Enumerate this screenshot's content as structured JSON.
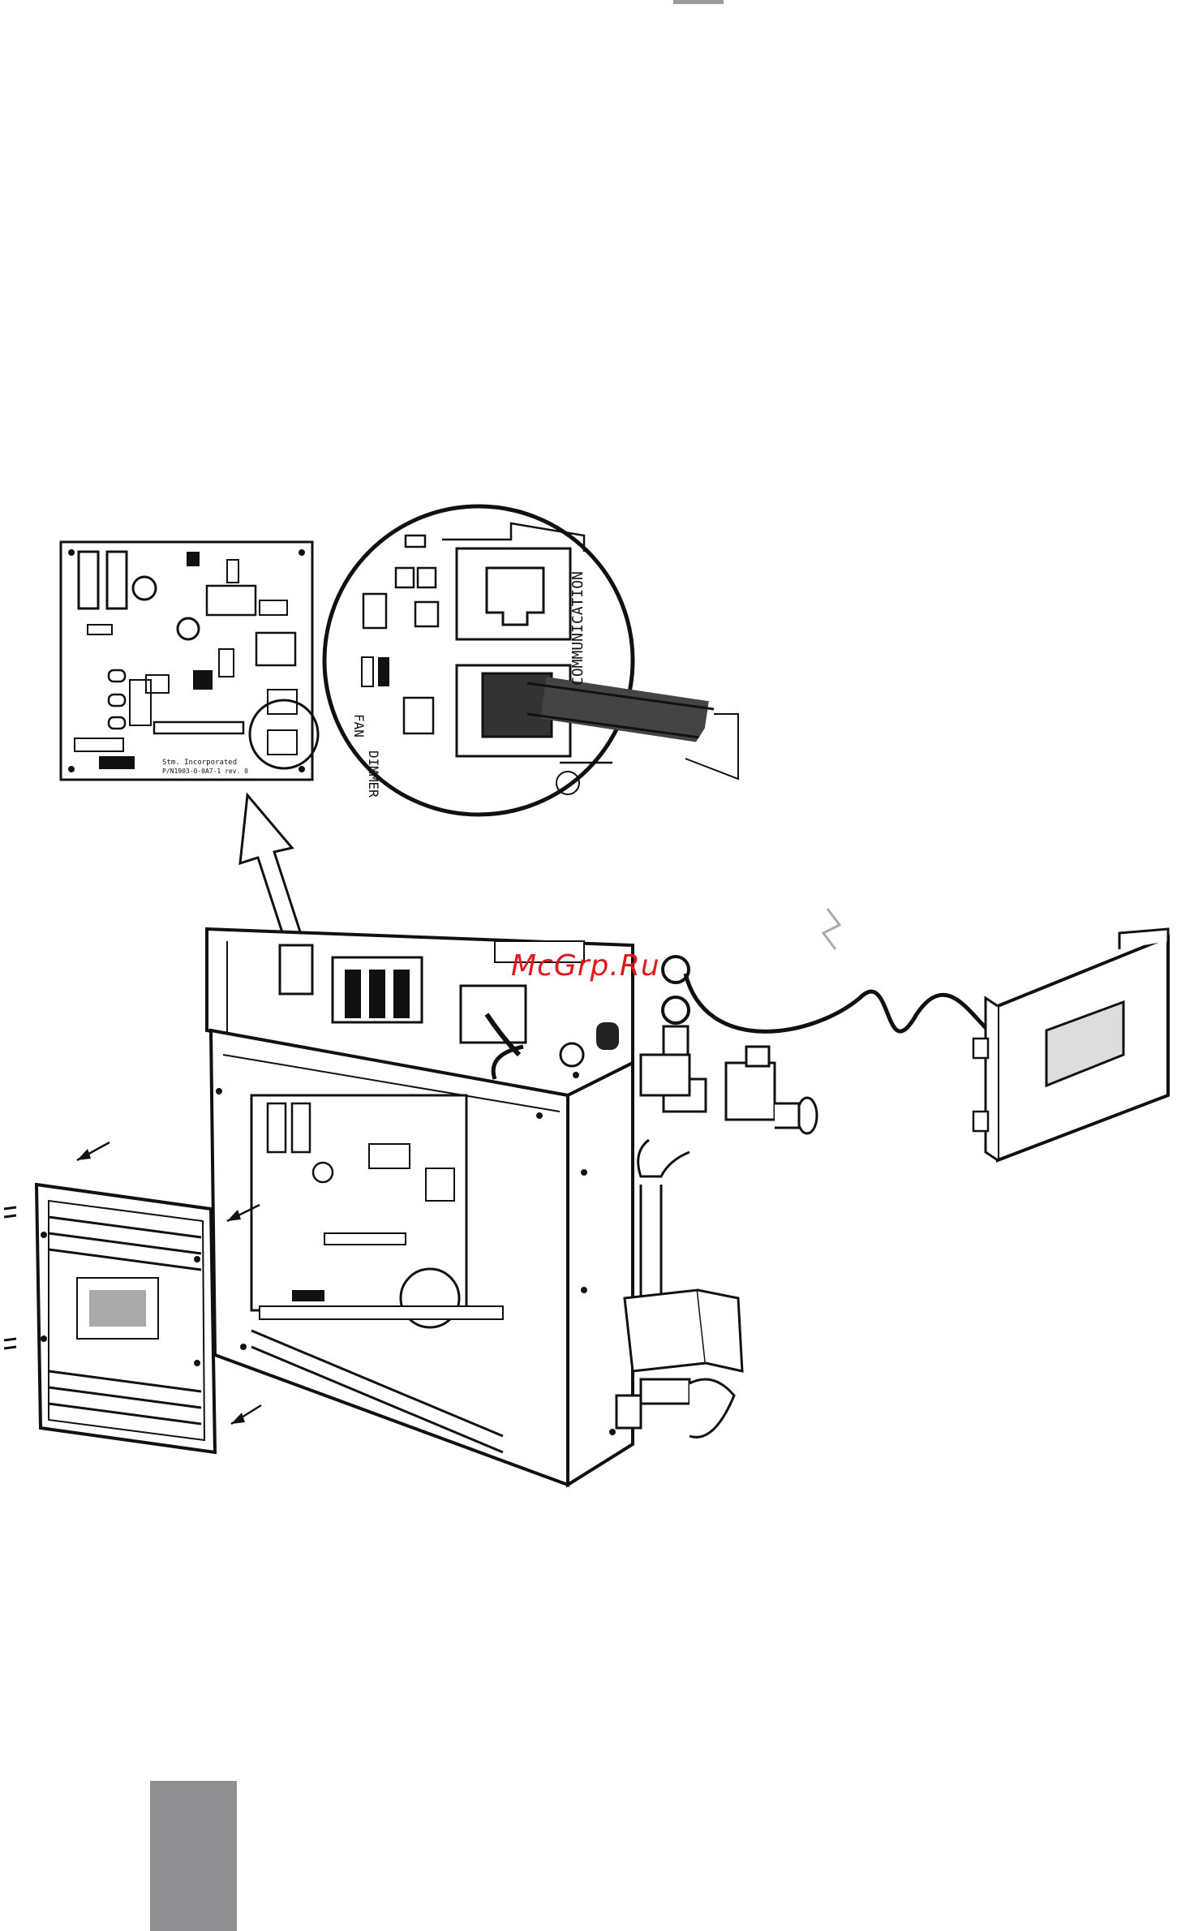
{
  "labels": {
    "communication": "COMMUNICATION",
    "dimmer": "DIMMER",
    "fan": "FAN",
    "board_text_line1": "Stm. Incorporated",
    "board_text_line2": "P/N1903-0-0A7-1 rev. 0"
  },
  "watermark": "McGrp.Ru",
  "colors": {
    "accent_tab": "#8f8f92",
    "watermark": "#e0191c",
    "line": "#111111"
  },
  "icons": {
    "pcb": "circuit-board-icon",
    "connector": "rj45-connector-icon",
    "cable": "communication-cable-icon",
    "control": "control-panel-icon",
    "generator": "steam-generator-icon",
    "cover": "front-cover-icon",
    "valve": "solenoid-valve-icon"
  }
}
